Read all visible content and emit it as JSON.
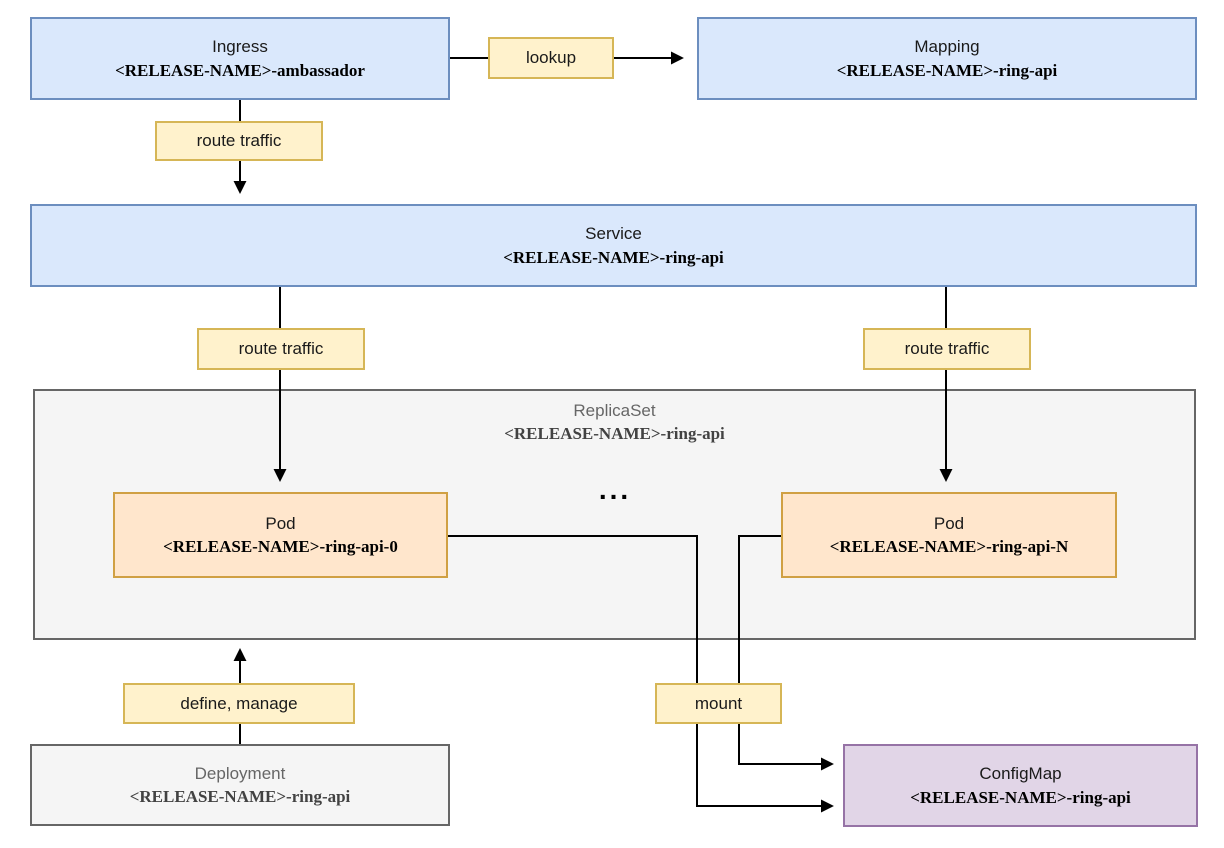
{
  "nodes": {
    "ingress": {
      "title": "Ingress",
      "subtitle": "<RELEASE-NAME>-ambassador"
    },
    "mapping": {
      "title": "Mapping",
      "subtitle": "<RELEASE-NAME>-ring-api"
    },
    "service": {
      "title": "Service",
      "subtitle": "<RELEASE-NAME>-ring-api"
    },
    "replicaset": {
      "title": "ReplicaSet",
      "subtitle": "<RELEASE-NAME>-ring-api"
    },
    "pod0": {
      "title": "Pod",
      "subtitle": "<RELEASE-NAME>-ring-api-0"
    },
    "podn": {
      "title": "Pod",
      "subtitle": "<RELEASE-NAME>-ring-api-N"
    },
    "deployment": {
      "title": "Deployment",
      "subtitle": "<RELEASE-NAME>-ring-api"
    },
    "configmap": {
      "title": "ConfigMap",
      "subtitle": "<RELEASE-NAME>-ring-api"
    }
  },
  "labels": {
    "lookup": "lookup",
    "route_traffic_1": "route traffic",
    "route_traffic_2": "route traffic",
    "route_traffic_3": "route traffic",
    "define_manage": "define, manage",
    "mount": "mount",
    "ellipsis": "..."
  },
  "colors": {
    "blue_fill": "#dae8fc",
    "blue_stroke": "#6c8ebf",
    "orange_fill": "#ffe6cc",
    "orange_stroke": "#d0a043",
    "purple_fill": "#e1d5e7",
    "purple_stroke": "#9673a6",
    "gray_fill": "#f5f5f5",
    "gray_stroke": "#666666",
    "label_fill": "#fff2cc",
    "label_stroke": "#d6b656",
    "edge": "#000000"
  }
}
